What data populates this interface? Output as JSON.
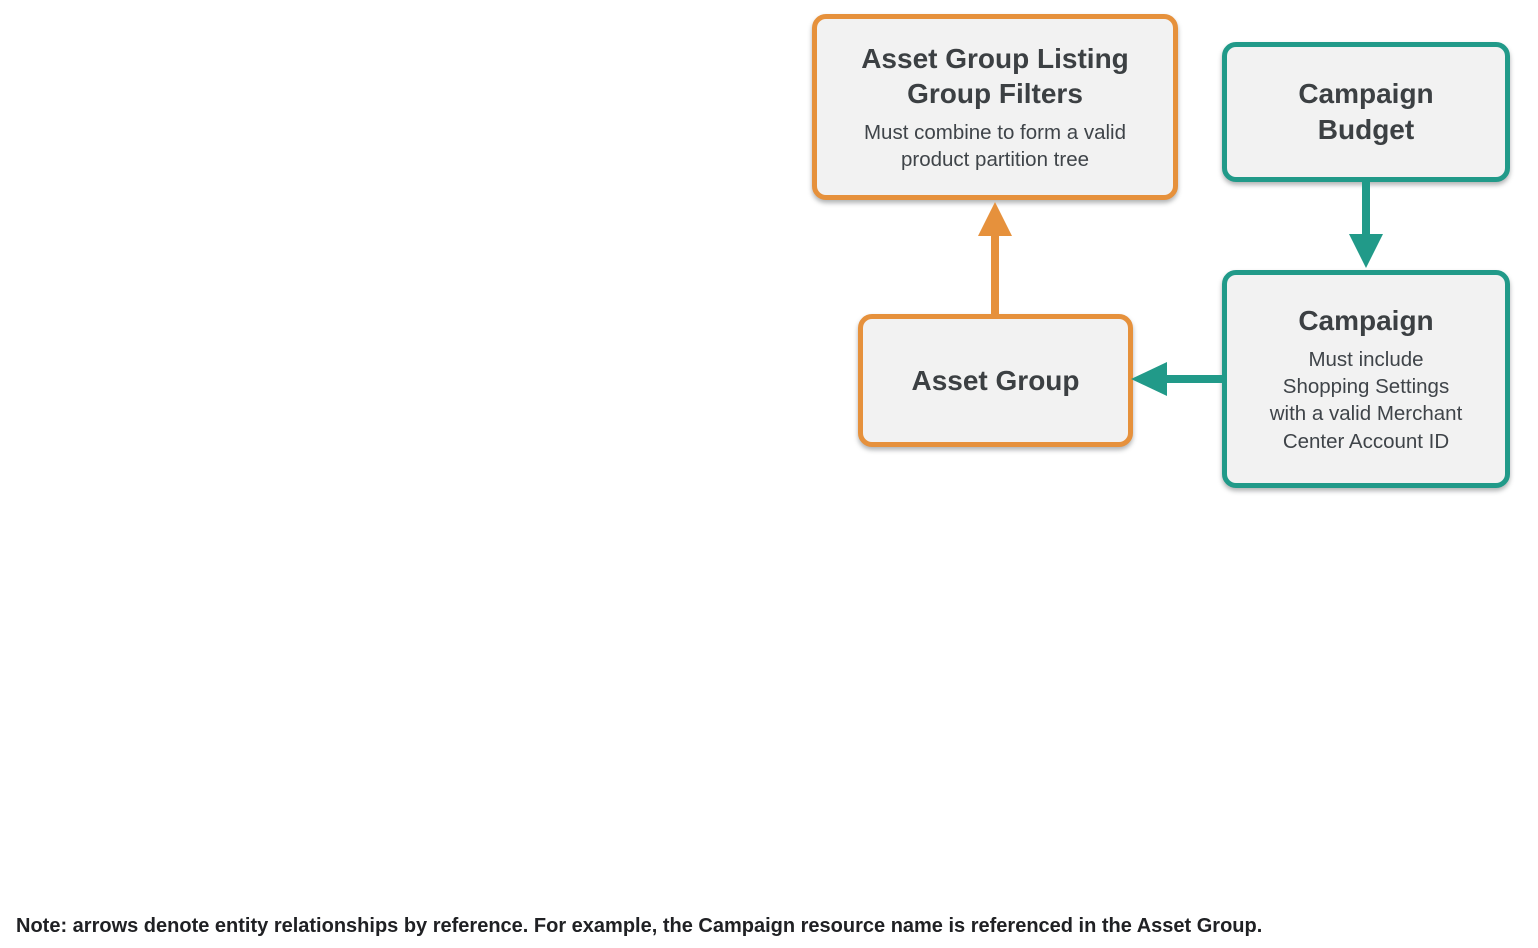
{
  "colors": {
    "orange_accent": "#E6913C",
    "teal_accent": "#219A89",
    "node_background": "#F2F2F2",
    "title_text": "#3C4043",
    "subtitle_text": "#3F4449",
    "note_text": "#202124",
    "page_background": "#FFFFFF"
  },
  "diagram": {
    "nodes": {
      "listing_filters": {
        "title": [
          "Asset Group Listing",
          "Group Filters"
        ],
        "subtitle": [
          "Must combine to form a valid",
          "product partition tree"
        ],
        "accent": "#E6913C"
      },
      "campaign_budget": {
        "title": [
          "Campaign",
          "Budget"
        ],
        "accent": "#219A89"
      },
      "campaign": {
        "title": "Campaign",
        "subtitle": [
          "Must include",
          "Shopping Settings",
          "with a valid Merchant",
          "Center Account ID"
        ],
        "accent": "#219A89"
      },
      "asset_group": {
        "title": "Asset Group",
        "accent": "#E6913C"
      }
    },
    "edges": [
      {
        "from": "asset_group",
        "to": "listing_filters",
        "direction": "up",
        "color": "#E6913C"
      },
      {
        "from": "campaign_budget",
        "to": "campaign",
        "direction": "down",
        "color": "#219A89"
      },
      {
        "from": "campaign",
        "to": "asset_group",
        "direction": "left",
        "color": "#219A89"
      }
    ]
  },
  "note": "Note: arrows denote entity relationships by reference. For example, the Campaign resource name is referenced in the Asset Group."
}
